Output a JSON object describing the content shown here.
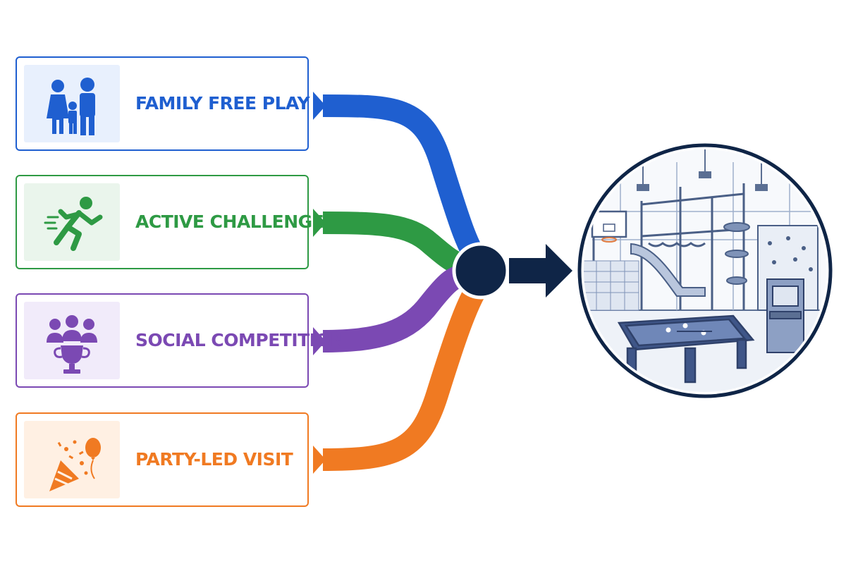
{
  "diagram": {
    "categories": [
      {
        "label": "FAMILY FREE PLAY",
        "icon": "family-icon",
        "color": "#1f5fd0",
        "tint": "#e8f0fd"
      },
      {
        "label": "ACTIVE CHALLENGE",
        "icon": "running-person-icon",
        "color": "#2e9a44",
        "tint": "#eaf5ec"
      },
      {
        "label": "SOCIAL COMPETITION",
        "icon": "group-trophy-icon",
        "color": "#7b49b3",
        "tint": "#f1ebfa"
      },
      {
        "label": "PARTY-LED VISIT",
        "icon": "party-popper-balloon-icon",
        "color": "#f07a22",
        "tint": "#fff0e3"
      }
    ],
    "hub": {
      "color": "#0f2547"
    },
    "destination": {
      "icon": "indoor-play-venue-illustration",
      "color": "#0f2547"
    }
  }
}
